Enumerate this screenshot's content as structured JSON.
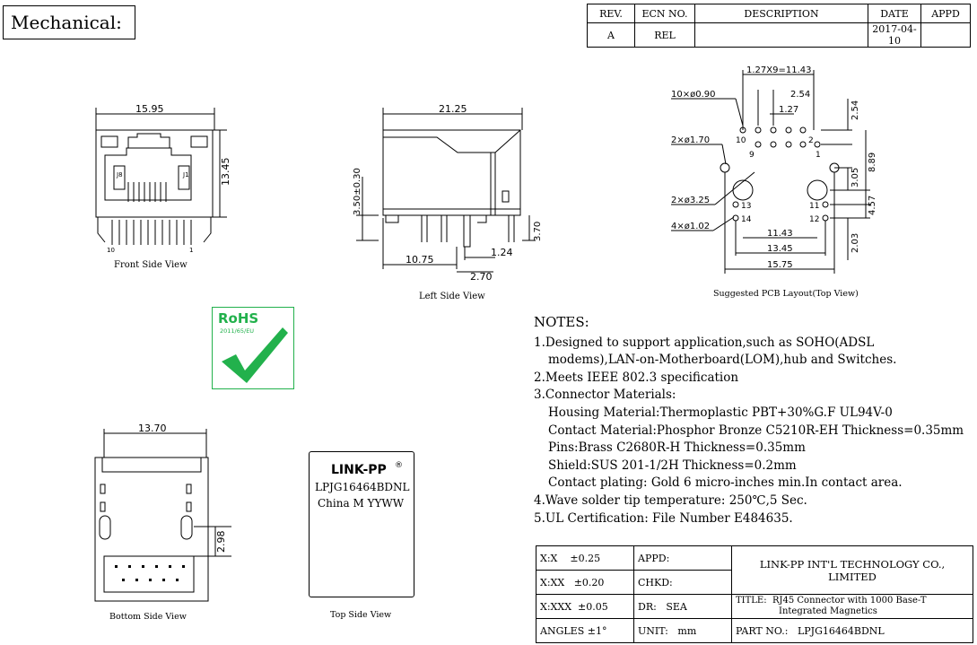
{
  "header": {
    "title": "Mechanical:"
  },
  "revision_table": {
    "headers": [
      "REV.",
      "ECN NO.",
      "DESCRIPTION",
      "DATE",
      "APPD"
    ],
    "row": [
      "A",
      "REL",
      "",
      "2017-04-10",
      ""
    ]
  },
  "views": {
    "front": {
      "caption": "Front Side View",
      "width": "15.95",
      "height": "13.45",
      "pin_j8": "J8",
      "pin_j1": "J1",
      "pin_10": "10",
      "pin_1": "1"
    },
    "left": {
      "caption": "Left Side View",
      "width": "21.25",
      "height": "3.50±0.30",
      "pin_len": "3.70",
      "dim_a": "10.75",
      "dim_b": "1.24",
      "dim_c": "2.70"
    },
    "pcb": {
      "caption": "Suggested PCB Layout(Top View)",
      "pitch_total": "1.27X9=11.43",
      "pitch": "2.54",
      "half_pitch": "1.27",
      "holes_a": "10×ø0.90",
      "holes_b": "2×ø1.70",
      "holes_c": "2×ø3.25",
      "holes_d": "4×ø1.02",
      "d_254": "2.54",
      "d_889": "8.89",
      "d_305": "3.05",
      "d_457": "4.57",
      "d_203": "2.03",
      "d_1143": "11.43",
      "d_1345": "13.45",
      "d_1575": "15.75",
      "p10": "10",
      "p9": "9",
      "p2": "2",
      "p1": "1",
      "p13": "13",
      "p14": "14",
      "p11": "11",
      "p12": "12"
    },
    "bottom": {
      "caption": "Bottom Side View",
      "width": "13.70",
      "height": "2.98"
    },
    "top": {
      "caption": "Top Side View",
      "brand": "LINK-PP",
      "reg": "®",
      "part": "LPJG16464BDNL",
      "origin": "China M YYWW"
    }
  },
  "rohs": {
    "title": "RoHS",
    "sub": "2011/65/EU",
    "color": "#22b14c"
  },
  "notes": {
    "title": "NOTES:",
    "lines": [
      "1.Designed to support application,such as SOHO(ADSL",
      "modems),LAN-on-Motherboard(LOM),hub and Switches.",
      "2.Meets IEEE 802.3 specification",
      "3.Connector Materials:",
      "Housing Material:Thermoplastic PBT+30%G.F UL94V-0",
      "Contact Material:Phosphor Bronze C5210R-EH Thickness=0.35mm",
      "Pins:Brass C2680R-H  Thickness=0.35mm",
      "Shield:SUS 201-1/2H  Thickness=0.2mm",
      "Contact plating: Gold 6 micro-inches min.In contact area.",
      "4.Wave solder tip temperature: 250℃,5 Sec.",
      "5.UL Certification: File Number E484635."
    ]
  },
  "title_block": {
    "tol_1": "X:X",
    "tol_1v": "±0.25",
    "tol_2": "X:XX",
    "tol_2v": "±0.20",
    "tol_3": "X:XXX",
    "tol_3v": "±0.05",
    "tol_4": "ANGLES ±1°",
    "appd": "APPD:",
    "chkd": "CHKD:",
    "dr": "DR:",
    "dr_v": "SEA",
    "unit": "UNIT:",
    "unit_v": "mm",
    "company": "LINK-PP INT'L TECHNOLOGY CO., LIMITED",
    "title_label": "TITLE:",
    "title_l1": "RJ45 Connector with 1000 Base-T",
    "title_l2": "Integrated Magnetics",
    "part_label": "PART NO.:",
    "part_no": "LPJG16464BDNL"
  }
}
